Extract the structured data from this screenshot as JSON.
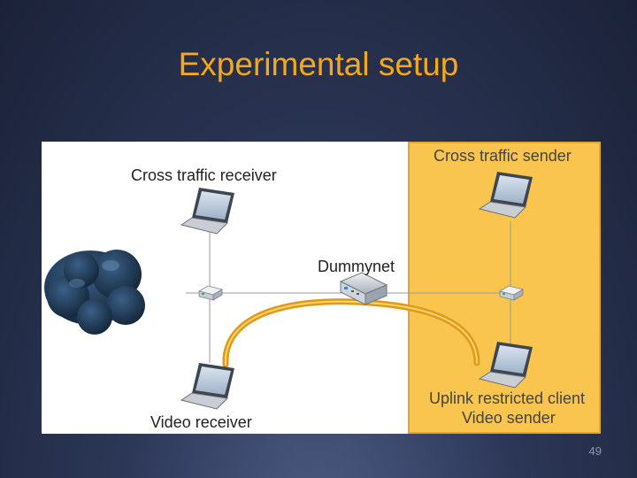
{
  "slide": {
    "title": "Experimental setup",
    "page_number": "49"
  },
  "diagram": {
    "labels": {
      "cross_traffic_receiver": "Cross traffic receiver",
      "cross_traffic_sender": "Cross traffic sender",
      "dummynet": "Dummynet",
      "uplink_client": "Uplink restricted client",
      "video_sender": "Video sender",
      "video_receiver": "Video receiver"
    },
    "colors": {
      "highlight_region": "#f9c54e",
      "highlight_border": "#e3a62a",
      "video_path": "#e09a14",
      "cloud": "#1d3550"
    },
    "icons": [
      "cloud-icon",
      "laptop-icon",
      "router-icon",
      "hub-icon"
    ]
  }
}
